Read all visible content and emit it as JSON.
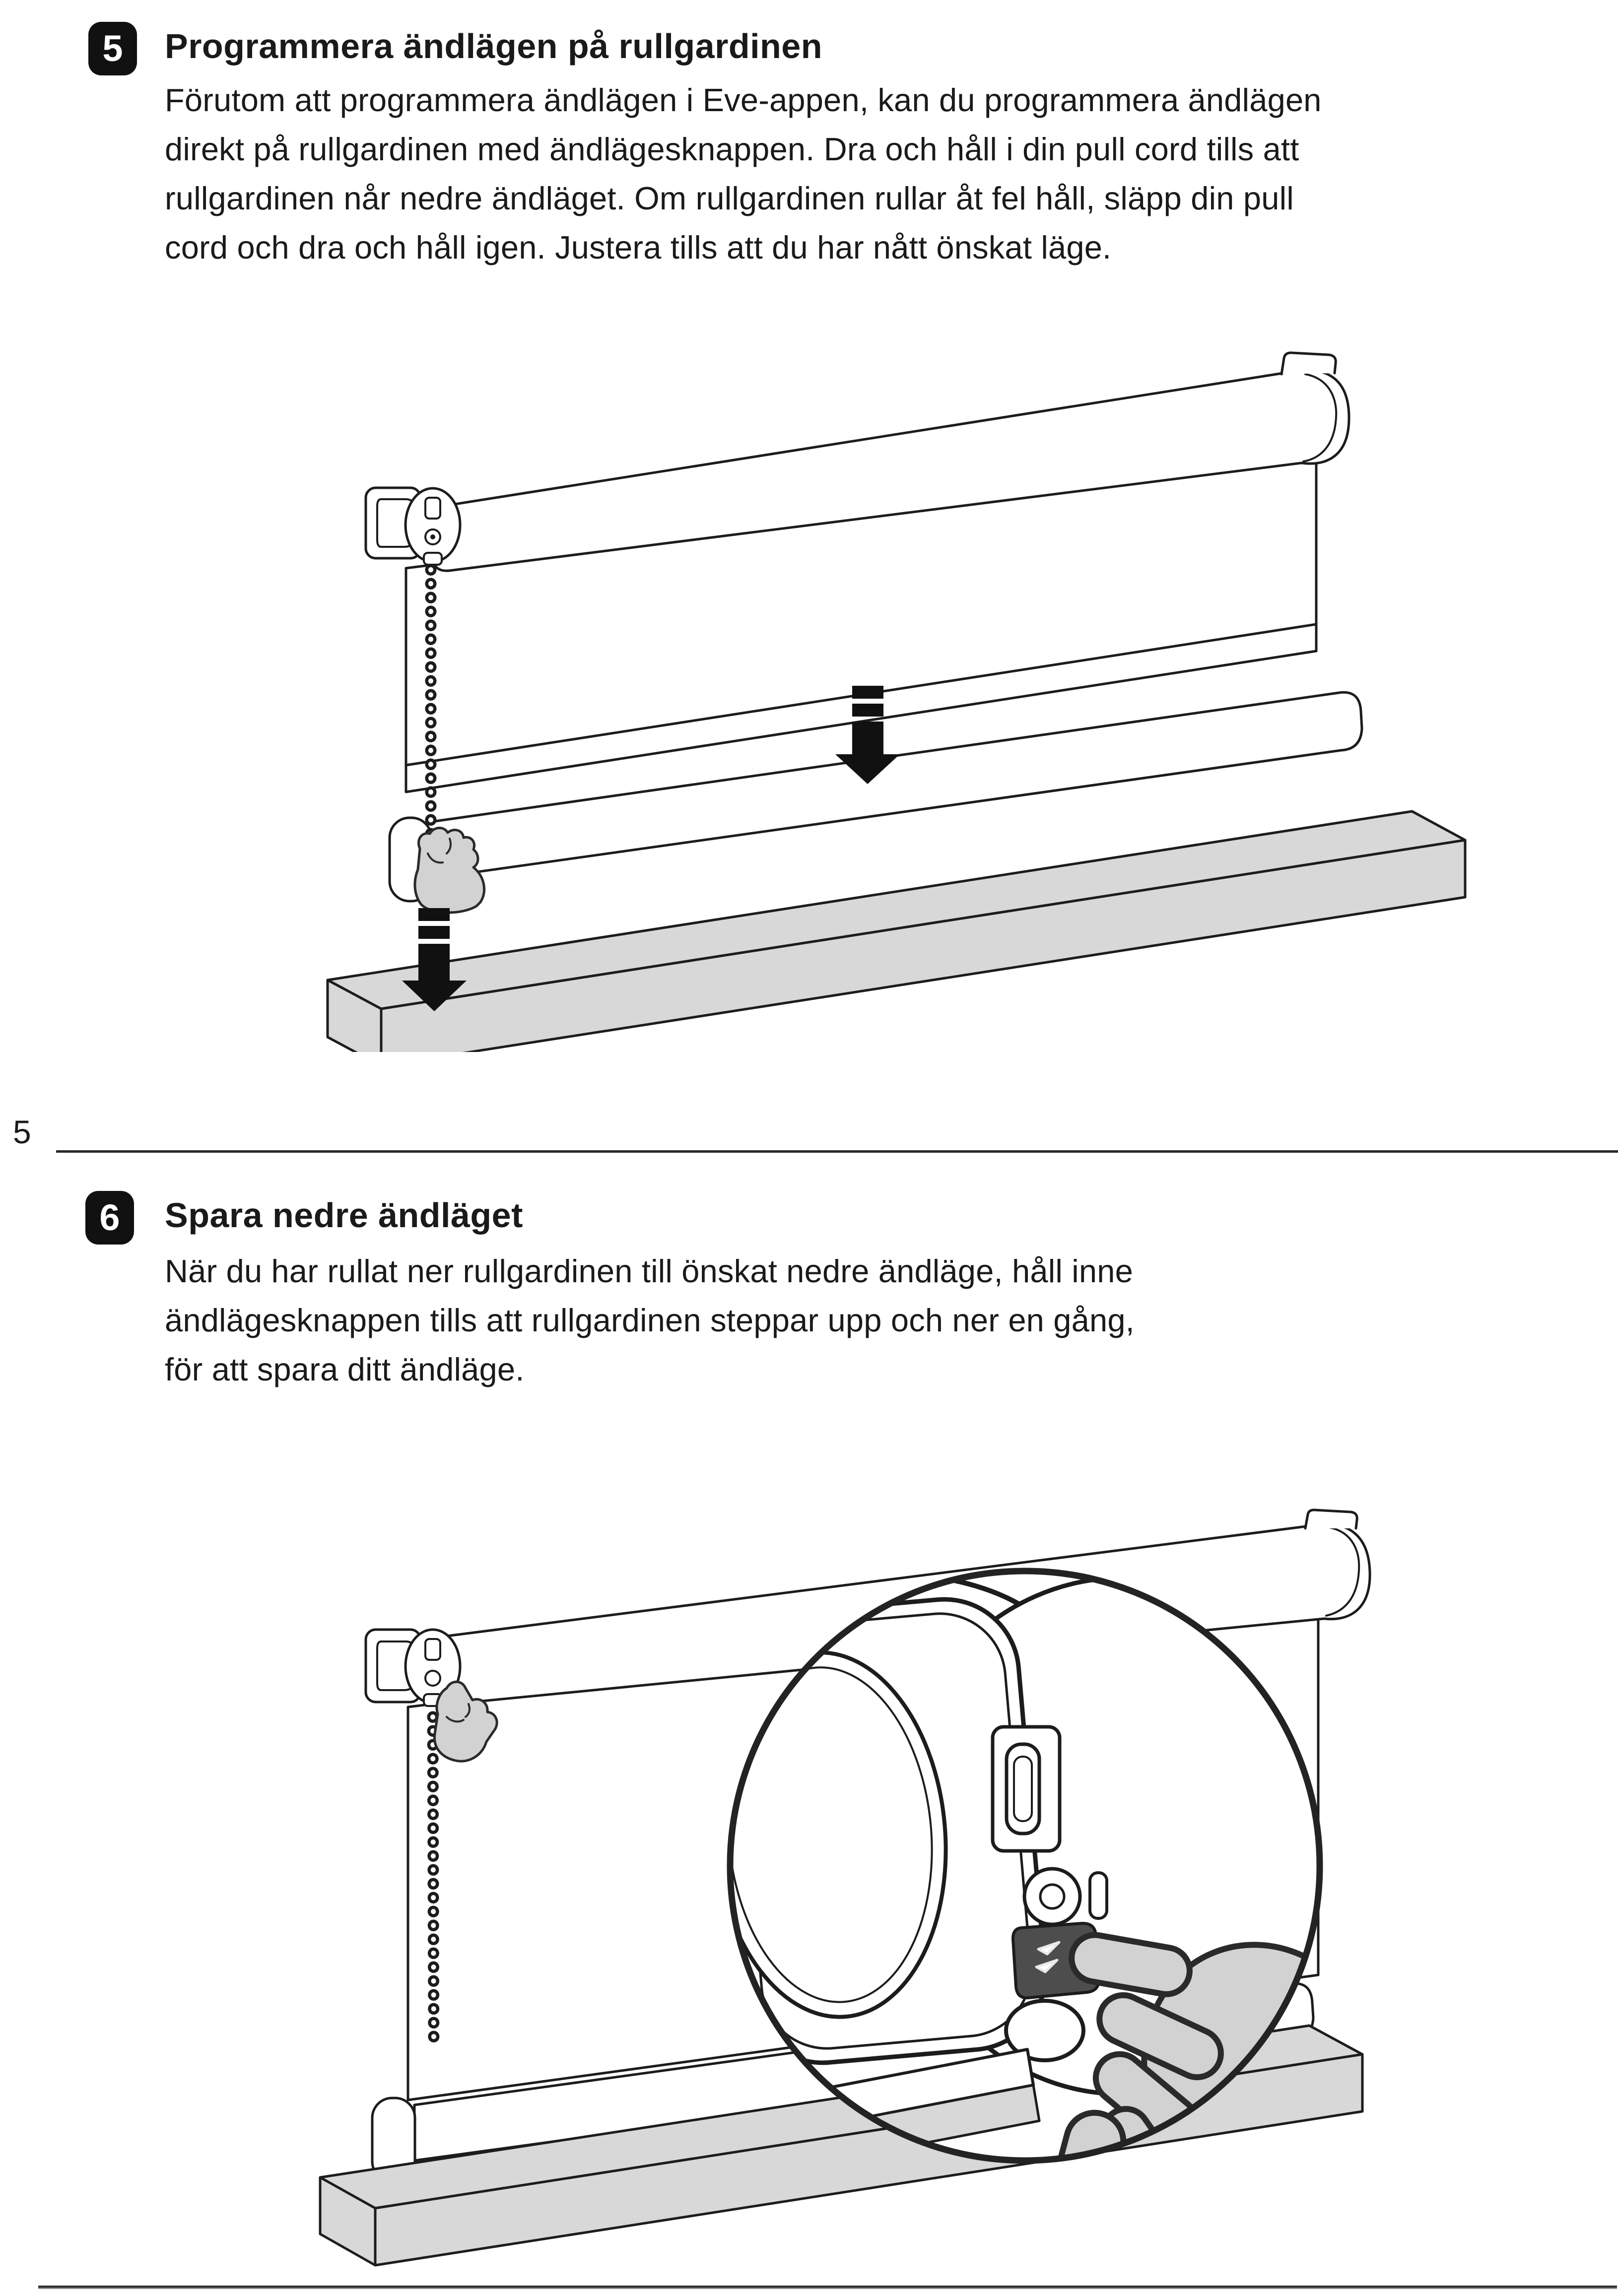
{
  "document": {
    "page_number": "5",
    "step5": {
      "badge": "5",
      "title": "Programmera ändlägen på rullgardinen",
      "body": "Förutom att programmera ändlägen i Eve-appen, kan du programmera ändlägen\ndirekt på rullgardinen med ändlägesknappen. Dra och håll i din pull cord tills att\nrullgardinen når nedre ändläget. Om rullgardinen rullar åt fel håll, släpp din pull\ncord och dra och håll igen. Justera tills att du har nått önskat läge."
    },
    "step6": {
      "badge": "6",
      "title": "Spara nedre ändläget",
      "body": "När du har rullat ner rullgardinen till önskat nedre ändläge, håll inne\nändlägesknappen tills att rullgardinen steppar upp och ner en gång,\nför att spara ditt ändläge."
    },
    "colors": {
      "ink": "#1c1c1c",
      "badge_bg": "#111111",
      "badge_text": "#ffffff",
      "hand_fill": "#d2d2d2",
      "shelf_fill": "#d8d8d8",
      "button_fill": "#4d4d4d"
    }
  }
}
